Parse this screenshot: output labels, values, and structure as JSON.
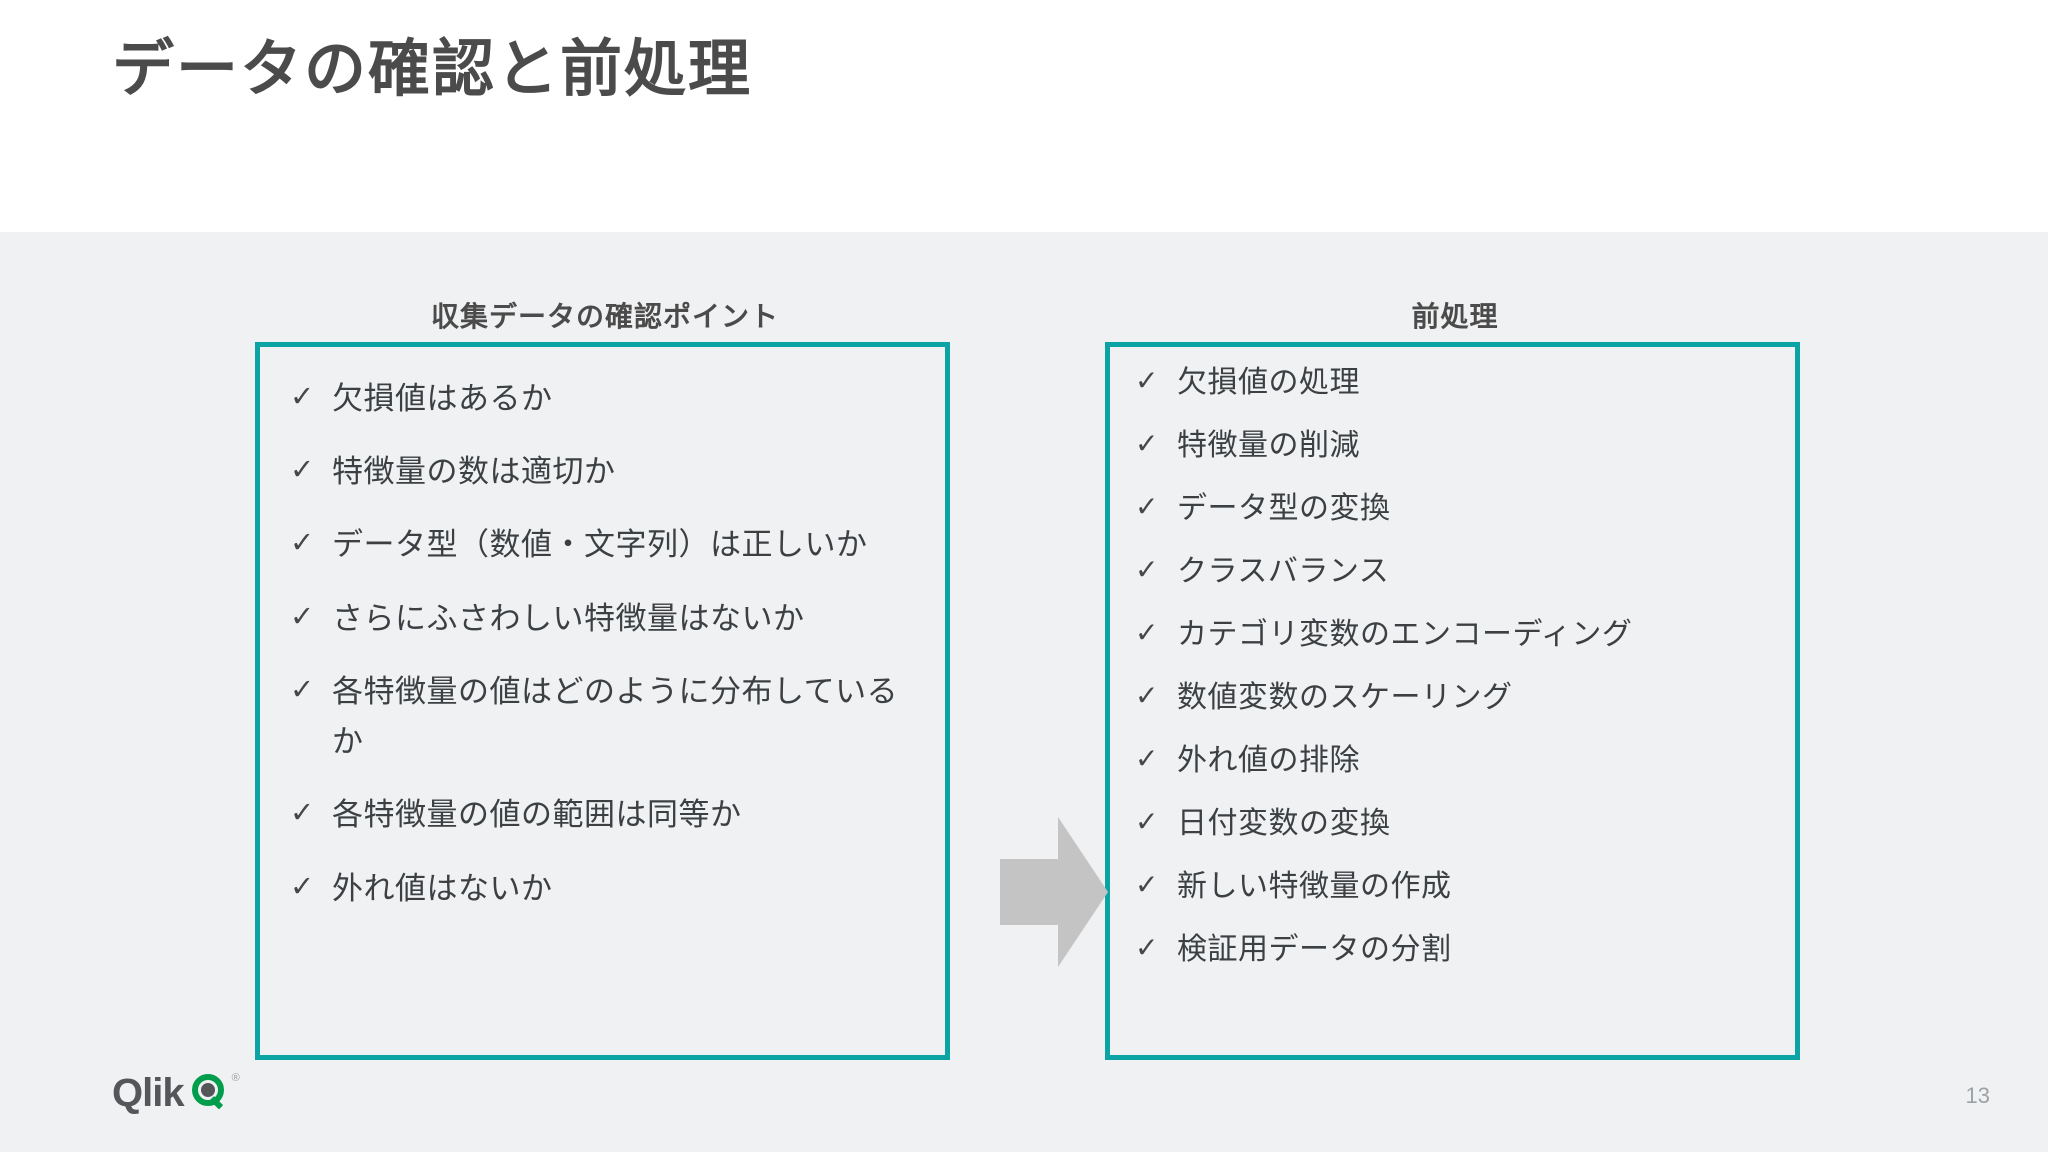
{
  "slide": {
    "title": "データの確認と前処理",
    "page_number": "13",
    "title_color": "#4b4b4b",
    "band_color": "#f0f1f2",
    "box_border_color": "#0ba3a3",
    "arrow_color": "#c4c4c4",
    "text_color": "#3c4043"
  },
  "columns": {
    "left": {
      "header": "収集データの確認ポイント",
      "check_glyph": "✓",
      "items": [
        "欠損値はあるか",
        "特徴量の数は適切か",
        "データ型（数値・文字列）は正しいか",
        "さらにふさわしい特徴量はないか",
        "各特徴量の値はどのように分布しているか",
        "各特徴量の値の範囲は同等か",
        "外れ値はないか"
      ]
    },
    "right": {
      "header": "前処理",
      "check_glyph": "✓",
      "items": [
        "欠損値の処理",
        "特徴量の削減",
        "データ型の変換",
        "クラスバランス",
        "カテゴリ変数のエンコーディング",
        "数値変数のスケーリング",
        "外れ値の排除",
        "日付変数の変換",
        "新しい特徴量の作成",
        "検証用データの分割"
      ]
    }
  },
  "flow": {
    "arrow_name": "right-arrow",
    "direction": "right"
  },
  "logo": {
    "wordmark": "Qlik",
    "registered": "®"
  }
}
